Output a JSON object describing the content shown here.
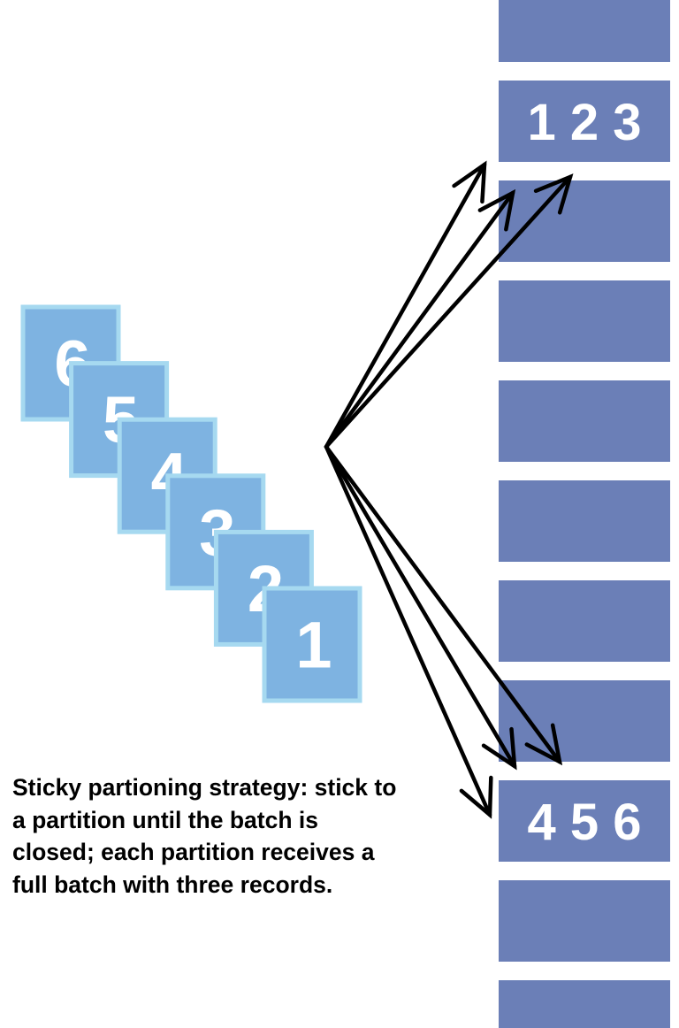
{
  "diagram": {
    "partitions": [
      {
        "label": ""
      },
      {
        "label": "1 2 3"
      },
      {
        "label": ""
      },
      {
        "label": ""
      },
      {
        "label": ""
      },
      {
        "label": ""
      },
      {
        "label": ""
      },
      {
        "label": ""
      },
      {
        "label": "4 5 6"
      },
      {
        "label": ""
      },
      {
        "label": ""
      }
    ],
    "records": [
      "6",
      "5",
      "4",
      "3",
      "2",
      "1"
    ],
    "caption": "Sticky partioning strategy: stick to a partition until the batch is closed; each partition receives a full batch with three records.",
    "colors": {
      "partition_fill": "#6b7fb7",
      "record_fill": "#7eb3e1",
      "record_border": "#a6d9f0",
      "arrow": "#000000"
    }
  }
}
